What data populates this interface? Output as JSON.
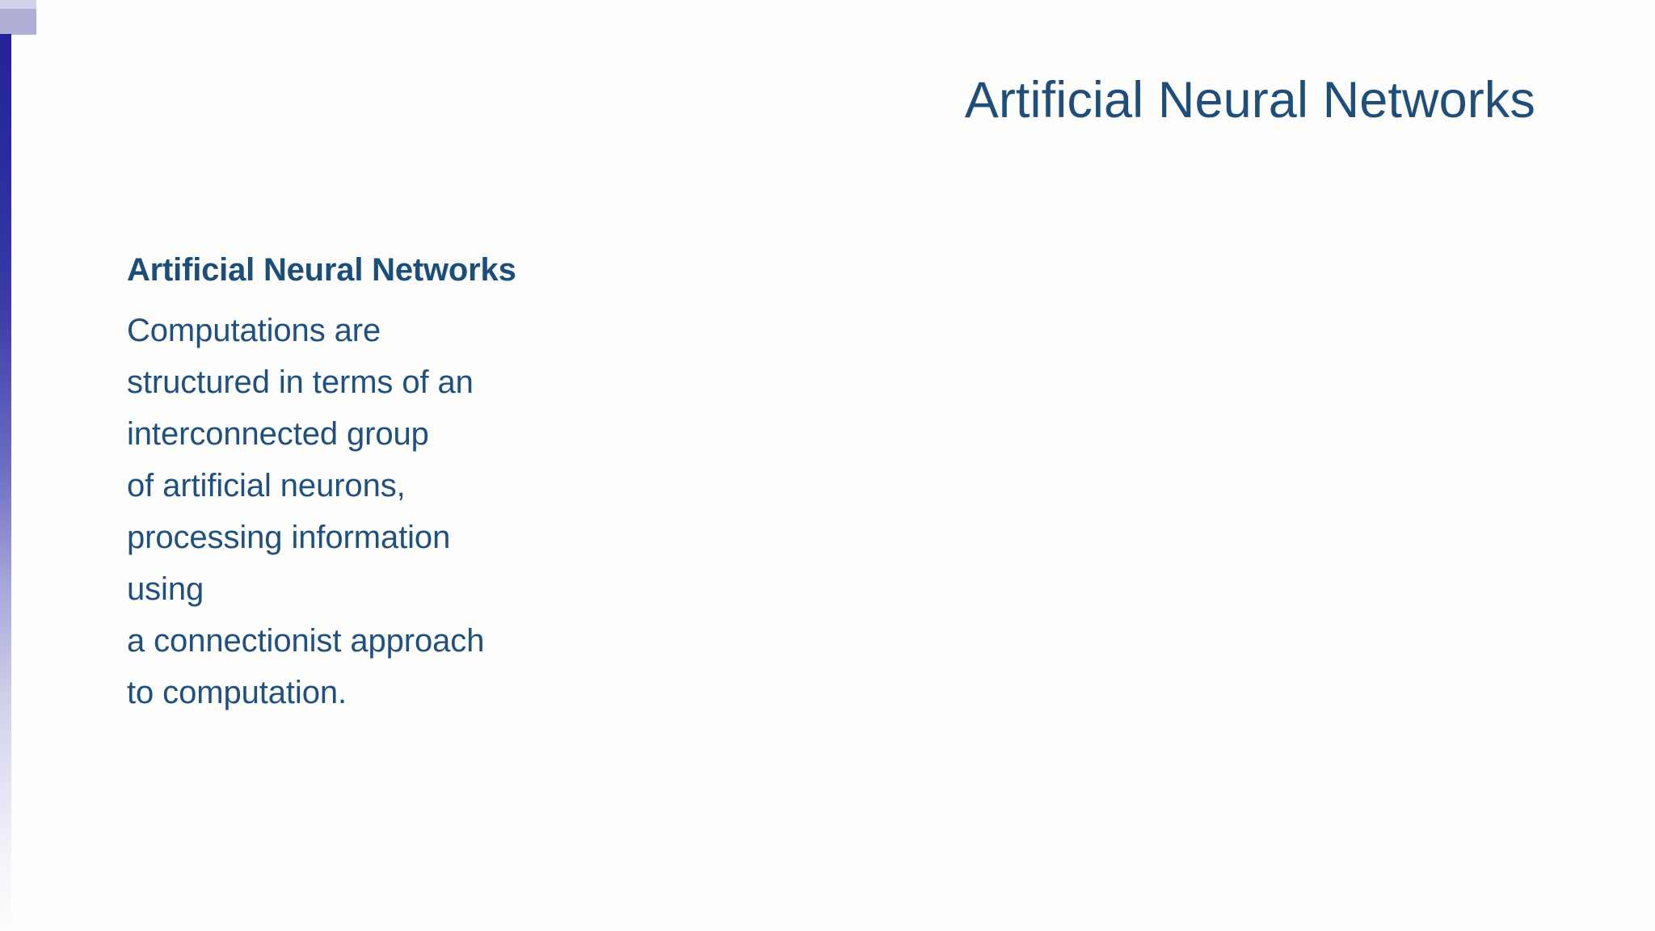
{
  "slide": {
    "background_color": "#fdfefb",
    "title": "Artificial Neural Networks",
    "accent": {
      "bar_top_color": "#25219a",
      "bar_bottom_color": "#fdfdfe",
      "corner_block_color": "#a9a9d4"
    },
    "text_colors": {
      "title": "#1e4e79",
      "heading": "#1c4e7c",
      "body": "#1f5080"
    }
  },
  "content": {
    "heading": "Artificial Neural Networks",
    "paragraph_lines": [
      "Computations are",
      "structured in terms of an",
      "interconnected group",
      "of artificial neurons,",
      "processing information",
      "using",
      "a connectionist approach",
      "to computation."
    ]
  }
}
